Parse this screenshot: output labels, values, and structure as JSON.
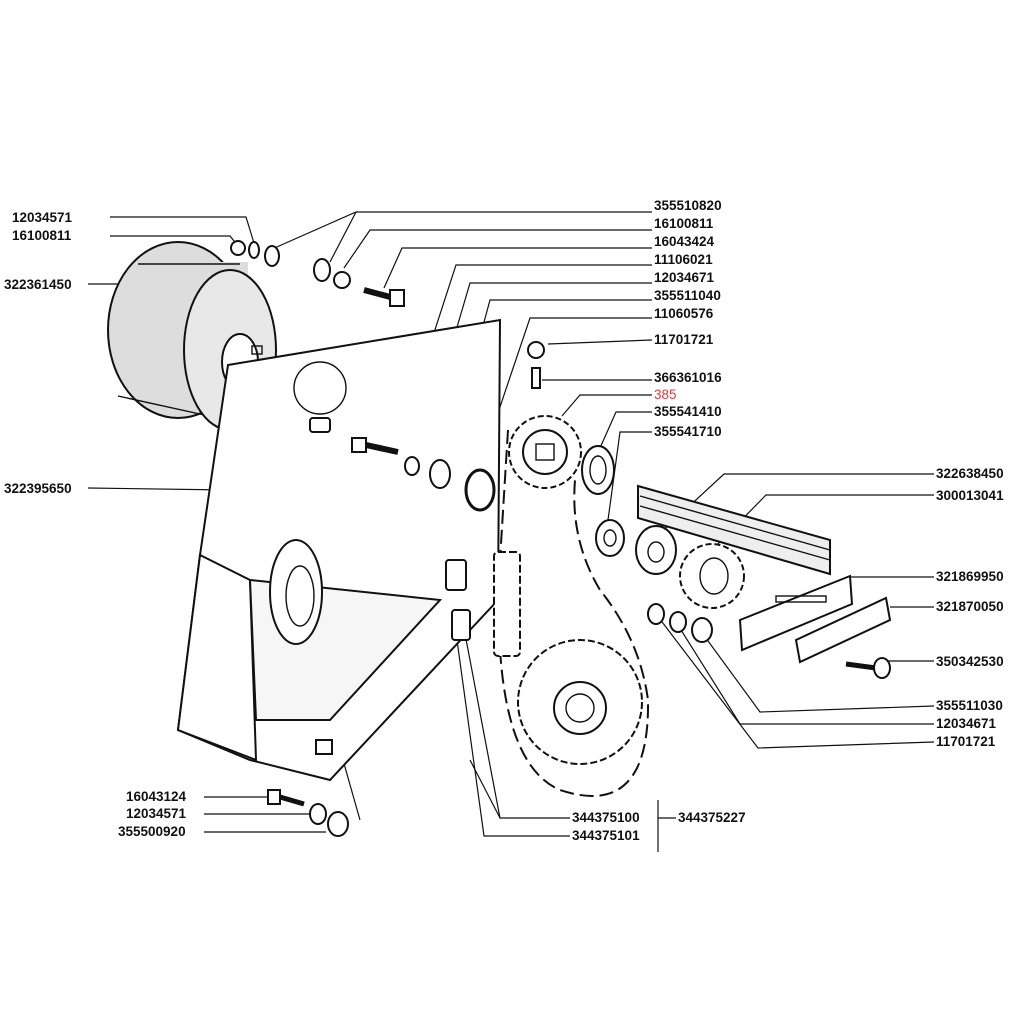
{
  "labels": {
    "p12034571_a": "12034571",
    "p16100811_a": "16100811",
    "p322361450": "322361450",
    "p322395650": "322395650",
    "p355510820": "355510820",
    "p16100811_b": "16100811",
    "p16043424": "16043424",
    "p11106021": "11106021",
    "p12034671_a": "12034671",
    "p355511040": "355511040",
    "p11060576": "11060576",
    "p11701721_a": "11701721",
    "p366361016": "366361016",
    "p385": "385",
    "p355541410": "355541410",
    "p355541710": "355541710",
    "p322638450": "322638450",
    "p300013041": "300013041",
    "p321869950": "321869950",
    "p321870050": "321870050",
    "p350342530": "350342530",
    "p355511030": "355511030",
    "p12034671_b": "12034671",
    "p11701721_b": "11701721",
    "p16043124": "16043124",
    "p12034571_b": "12034571",
    "p355500920": "355500920",
    "p344375100": "344375100",
    "p344375101": "344375101",
    "p344375227": "344375227"
  },
  "colors": {
    "ink": "#111111",
    "highlight": "#e0393e",
    "background": "#ffffff"
  }
}
